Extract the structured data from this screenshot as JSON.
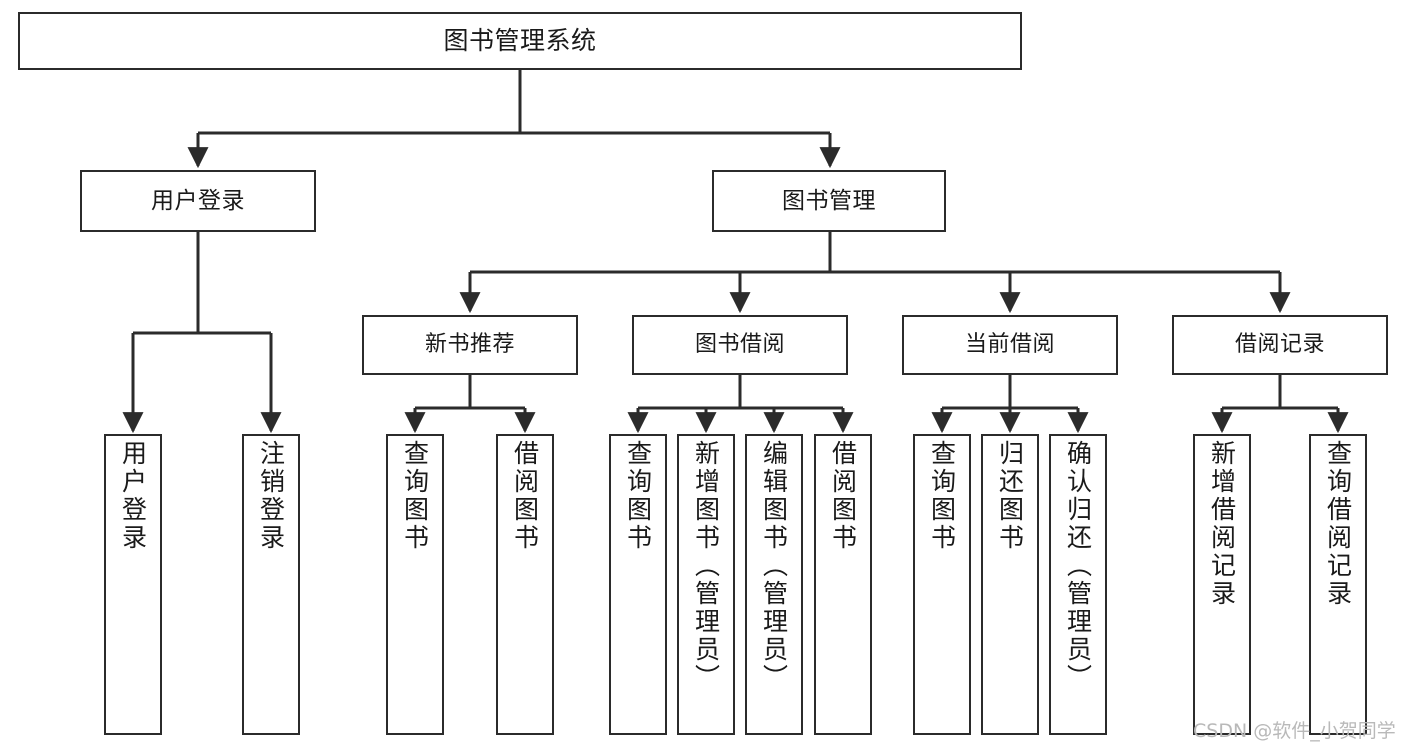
{
  "diagram": {
    "type": "tree",
    "title": "图书管理系统",
    "orientation": "top-down",
    "colors": {
      "stroke": "#2b2b2b",
      "fill": "#ffffff",
      "text": "#1a1a1a",
      "watermark": "#b9b9b9",
      "background": "#ffffff"
    }
  },
  "root": {
    "label": "图书管理系统"
  },
  "level2": [
    {
      "label": "用户登录"
    },
    {
      "label": "图书管理"
    }
  ],
  "level3": [
    {
      "label": "新书推荐"
    },
    {
      "label": "图书借阅"
    },
    {
      "label": "当前借阅"
    },
    {
      "label": "借阅记录"
    }
  ],
  "leaves": {
    "user_login": [
      {
        "label": "用户登录"
      },
      {
        "label": "注销登录"
      }
    ],
    "new_book_recommend": [
      {
        "label": "查询图书"
      },
      {
        "label": "借阅图书"
      }
    ],
    "book_borrow": [
      {
        "label": "查询图书"
      },
      {
        "label": "新增图书（管理员）"
      },
      {
        "label": "编辑图书（管理员）"
      },
      {
        "label": "借阅图书"
      }
    ],
    "current_borrow": [
      {
        "label": "查询图书"
      },
      {
        "label": "归还图书"
      },
      {
        "label": "确认归还（管理员）"
      }
    ],
    "borrow_record": [
      {
        "label": "新增借阅记录"
      },
      {
        "label": "查询借阅记录"
      }
    ]
  },
  "watermark": {
    "text": "CSDN @软件_小贺同学"
  }
}
